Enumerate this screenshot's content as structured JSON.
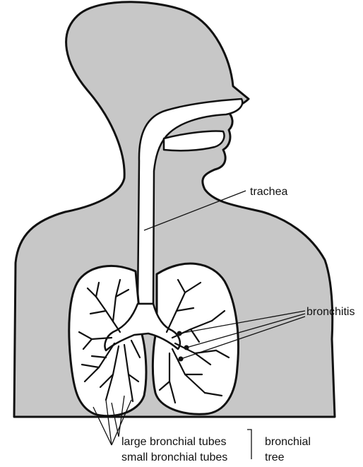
{
  "labels": {
    "trachea": "trachea",
    "bronchitis": "bronchitis",
    "large_bronchial_tubes": "large bronchial tubes",
    "small_bronchial_tubes": "small bronchial tubes",
    "bronchial": "bronchial",
    "tree": "tree"
  },
  "colors": {
    "body_fill": "#c7c7c7",
    "lung_fill": "#ffffff",
    "outline": "#111111"
  }
}
